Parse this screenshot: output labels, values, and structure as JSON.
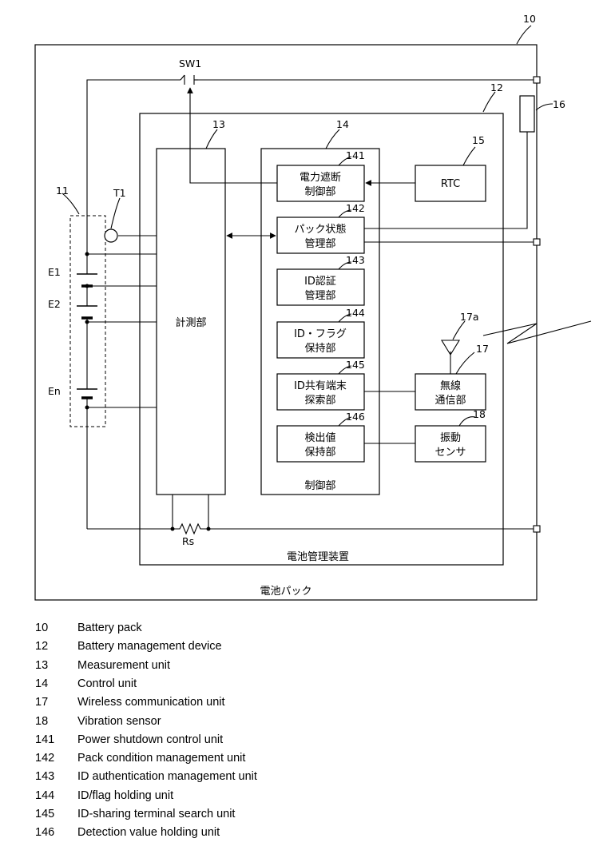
{
  "diagram": {
    "ref_labels": {
      "battery_pack": "10",
      "management_device": "12",
      "measurement_unit": "13",
      "control_unit": "14",
      "rtc": "15",
      "connector": "16",
      "wireless_unit": "17",
      "antenna": "17a",
      "vibration_sensor": "18",
      "power_shutdown": "141",
      "pack_state": "142",
      "id_auth": "143",
      "id_flag": "144",
      "id_search": "145",
      "detect_value": "146",
      "cell_group": "11",
      "terminal": "T1",
      "switch": "SW1",
      "cell_1": "E1",
      "cell_2": "E2",
      "cell_n": "En",
      "shunt": "Rs"
    },
    "blocks": {
      "measurement": "計測部",
      "control": "制御部",
      "management_device": "電池管理装置",
      "battery_pack": "電池パック",
      "rtc": "RTC",
      "power_shutdown": [
        "電力遮断",
        "制御部"
      ],
      "pack_state": [
        "パック状態",
        "管理部"
      ],
      "id_auth": [
        "ID認証",
        "管理部"
      ],
      "id_flag": [
        "ID・フラグ",
        "保持部"
      ],
      "id_search": [
        "ID共有端末",
        "探索部"
      ],
      "detect_value": [
        "検出値",
        "保持部"
      ],
      "wireless": [
        "無線",
        "通信部"
      ],
      "vibration": [
        "振動",
        "センサ"
      ]
    }
  },
  "legend": [
    {
      "num": "10",
      "desc": "Battery pack"
    },
    {
      "num": "12",
      "desc": "Battery management device"
    },
    {
      "num": "13",
      "desc": "Measurement unit"
    },
    {
      "num": "14",
      "desc": "Control unit"
    },
    {
      "num": "17",
      "desc": "Wireless communication unit"
    },
    {
      "num": "18",
      "desc": "Vibration sensor"
    },
    {
      "num": "141",
      "desc": "Power shutdown control unit"
    },
    {
      "num": "142",
      "desc": "Pack condition management unit"
    },
    {
      "num": "143",
      "desc": "ID authentication management unit"
    },
    {
      "num": "144",
      "desc": "ID/flag holding unit"
    },
    {
      "num": "145",
      "desc": "ID-sharing terminal search unit"
    },
    {
      "num": "146",
      "desc": "Detection value holding unit"
    }
  ]
}
